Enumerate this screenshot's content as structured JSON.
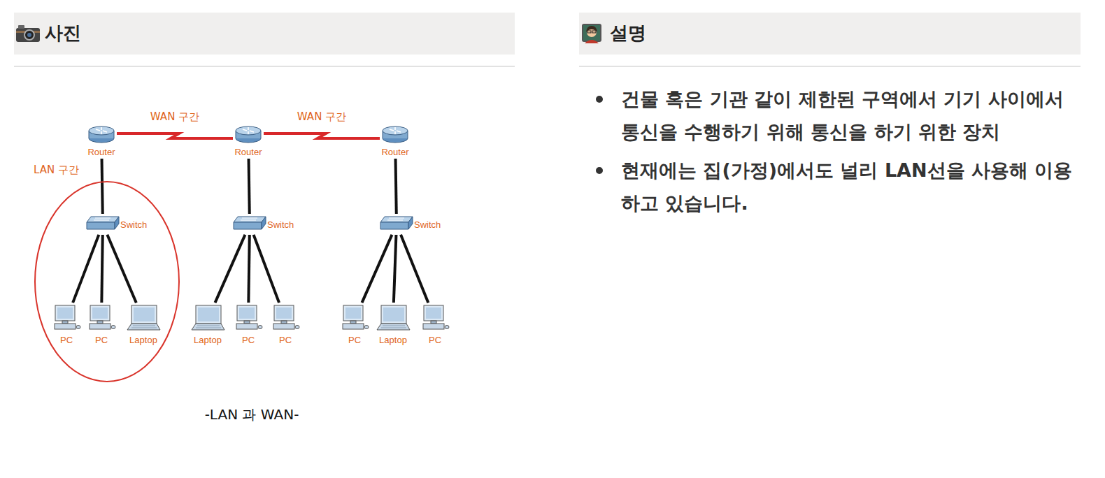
{
  "diagram": {
    "caption": "-LAN 과 WAN-",
    "nodes": [
      {
        "text": [
          "Router"
        ]
      },
      {
        "text": [
          "Router"
        ]
      },
      {
        "text": [
          "Router"
        ]
      },
      {
        "text": [
          "Switch"
        ]
      },
      {
        "text": [
          "Switch"
        ]
      },
      {
        "text": [
          "Switch"
        ]
      },
      {
        "text": [
          "LAN 구간"
        ]
      },
      {
        "text": [
          "PC"
        ],
        "in": 6
      },
      {
        "text": [
          "PC"
        ],
        "in": 6
      },
      {
        "text": [
          "Laptop"
        ],
        "in": 6
      },
      {
        "text": [
          "Laptop"
        ]
      },
      {
        "text": [
          "PC"
        ]
      },
      {
        "text": [
          "PC"
        ]
      },
      {
        "text": [
          "PC"
        ]
      },
      {
        "text": [
          "Laptop"
        ]
      },
      {
        "text": [
          "PC"
        ]
      }
    ],
    "edges": [
      {
        "from": 0,
        "to": 1,
        "label": "WAN 구간",
        "arrow": "none"
      },
      {
        "from": 1,
        "to": 2,
        "label": "WAN 구간",
        "arrow": "none"
      },
      {
        "from": 0,
        "to": 3,
        "arrow": "none"
      },
      {
        "from": 1,
        "to": 4,
        "arrow": "none"
      },
      {
        "from": 2,
        "to": 5,
        "arrow": "none"
      },
      {
        "from": 3,
        "to": 7,
        "arrow": "none"
      },
      {
        "from": 3,
        "to": 8,
        "arrow": "none"
      },
      {
        "from": 3,
        "to": 9,
        "arrow": "none"
      },
      {
        "from": 4,
        "to": 10,
        "arrow": "none"
      },
      {
        "from": 4,
        "to": 11,
        "arrow": "none"
      },
      {
        "from": 4,
        "to": 12,
        "arrow": "none"
      },
      {
        "from": 5,
        "to": 13,
        "arrow": "none"
      },
      {
        "from": 5,
        "to": 14,
        "arrow": "none"
      },
      {
        "from": 5,
        "to": 15,
        "arrow": "none"
      }
    ],
    "labels": [
      "사진",
      "설명",
      "건물 혹은 기관 같이 제한된 구역에서 기기 사이에서 통신을 수행하기 위해 통신을 하기 위한 장치",
      "현재에는 집(가정)에서도 널리 LAN선을 사용해 이용하고 있습니다."
    ]
  }
}
